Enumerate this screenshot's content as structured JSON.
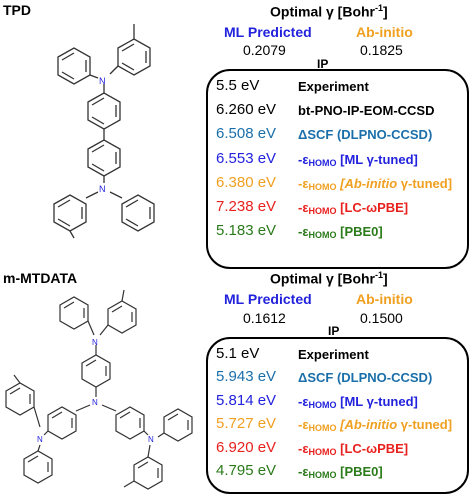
{
  "colors": {
    "experiment": "#000000",
    "eom": "#000000",
    "dscf": "#1a6faa",
    "ml": "#2222dd",
    "abinitio": "#f0a020",
    "lc": "#e8201e",
    "pbe0": "#2a7a1a"
  },
  "tpd": {
    "name": "TPD",
    "optimal_title": "Optimal γ [Bohr",
    "optimal_sup": "-1",
    "optimal_close": "]",
    "ml_label": "ML Predicted",
    "ab_label": "Ab-initio",
    "ml_value": "0.2079",
    "ab_value": "0.1825",
    "ip_label": "IP",
    "rows": [
      {
        "ev": "5.5 eV",
        "method": "Experiment",
        "color": "#000000"
      },
      {
        "ev": "6.260 eV",
        "method": "bt-PNO-IP-EOM-CCSD",
        "color": "#000000"
      },
      {
        "ev": "6.508 eV",
        "method": "ΔSCF (DLPNO-CCSD)",
        "color": "#1a6faa"
      },
      {
        "ev": "6.553 eV",
        "method_pre": "-ε",
        "method_sub": "HOMO",
        "method_post": " [ML γ-tuned]",
        "color": "#2222dd"
      },
      {
        "ev": "6.380 eV",
        "method_pre": "-ε",
        "method_sub": "HOMO",
        "method_ital": " [Ab-initio",
        "method_post": " γ-tuned]",
        "color": "#f0a020"
      },
      {
        "ev": "7.238 eV",
        "method_pre": "-ε",
        "method_sub": "HOMO",
        "method_post": " [LC-ωPBE]",
        "color": "#e8201e"
      },
      {
        "ev": "5.183 eV",
        "method_pre": "-ε",
        "method_sub": "HOMO",
        "method_post": " [PBE0]",
        "color": "#2a7a1a"
      }
    ]
  },
  "mtdata": {
    "name": "m-MTDATA",
    "optimal_title": "Optimal γ [Bohr",
    "optimal_sup": "-1",
    "optimal_close": "]",
    "ml_label": "ML Predicted",
    "ab_label": "Ab-initio",
    "ml_value": "0.1612",
    "ab_value": "0.1500",
    "ip_label": "IP",
    "rows": [
      {
        "ev": "5.1 eV",
        "method": "Experiment",
        "color": "#000000"
      },
      {
        "ev": "5.943 eV",
        "method": "ΔSCF (DLPNO-CCSD)",
        "color": "#1a6faa"
      },
      {
        "ev": "5.814 eV",
        "method_pre": "-ε",
        "method_sub": "HOMO",
        "method_post": " [ML γ-tuned]",
        "color": "#2222dd"
      },
      {
        "ev": "5.727 eV",
        "method_pre": "-ε",
        "method_sub": "HOMO",
        "method_ital": " [Ab-initio",
        "method_post": " γ-tuned]",
        "color": "#f0a020"
      },
      {
        "ev": "6.920 eV",
        "method_pre": "-ε",
        "method_sub": "HOMO",
        "method_post": " [LC-ωPBE]",
        "color": "#e8201e"
      },
      {
        "ev": "4.795 eV",
        "method_pre": "-ε",
        "method_sub": "HOMO",
        "method_post": " [PBE0]",
        "color": "#2a7a1a"
      }
    ]
  },
  "atoms": {
    "nitrogen": "N"
  }
}
